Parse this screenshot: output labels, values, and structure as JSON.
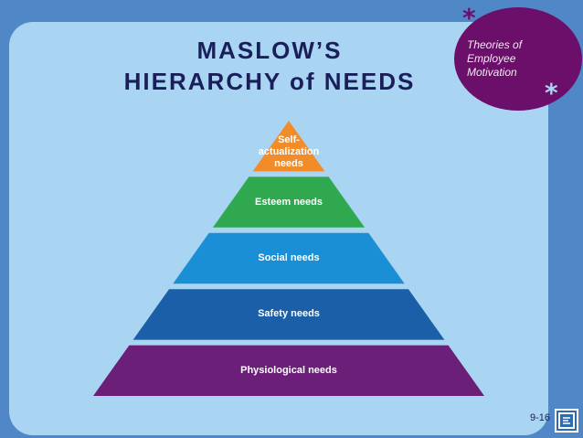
{
  "title": {
    "line1": "MASLOW’S",
    "line2": "HIERARCHY of NEEDS"
  },
  "badge": {
    "line1": "Theories of",
    "line2": "Employee",
    "line3": "Motivation"
  },
  "decor": {
    "star1": "*",
    "star2": "*"
  },
  "pyramid": {
    "levels": [
      {
        "name": "self-actualization",
        "label_lines": [
          "Self-",
          "actualization",
          "needs"
        ],
        "color": "#f28c28"
      },
      {
        "name": "esteem",
        "label_lines": [
          "Esteem needs"
        ],
        "color": "#2fa84f"
      },
      {
        "name": "social",
        "label_lines": [
          "Social needs"
        ],
        "color": "#1a8fd6"
      },
      {
        "name": "safety",
        "label_lines": [
          "Safety needs"
        ],
        "color": "#1a5fa8"
      },
      {
        "name": "physiological",
        "label_lines": [
          "Physiological needs"
        ],
        "color": "#6b1f78"
      }
    ]
  },
  "footer": {
    "page_number": "9-16",
    "logo_icon": "publisher-logo-icon"
  }
}
